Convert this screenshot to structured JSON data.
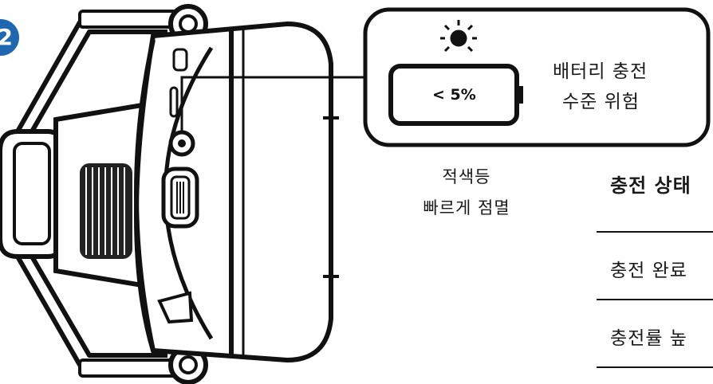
{
  "step": {
    "number": "2"
  },
  "callout": {
    "battery_label": "< 5%",
    "line1": "배터리 충전",
    "line2": "수준 위험"
  },
  "led_caption": {
    "line1": "적색등",
    "line2": "빠르게 점멸"
  },
  "table": {
    "header": "충전 상태",
    "rows": [
      "충전 완료",
      "충전률 높"
    ]
  },
  "colors": {
    "badge": "#1f67b1",
    "stroke": "#111111"
  }
}
